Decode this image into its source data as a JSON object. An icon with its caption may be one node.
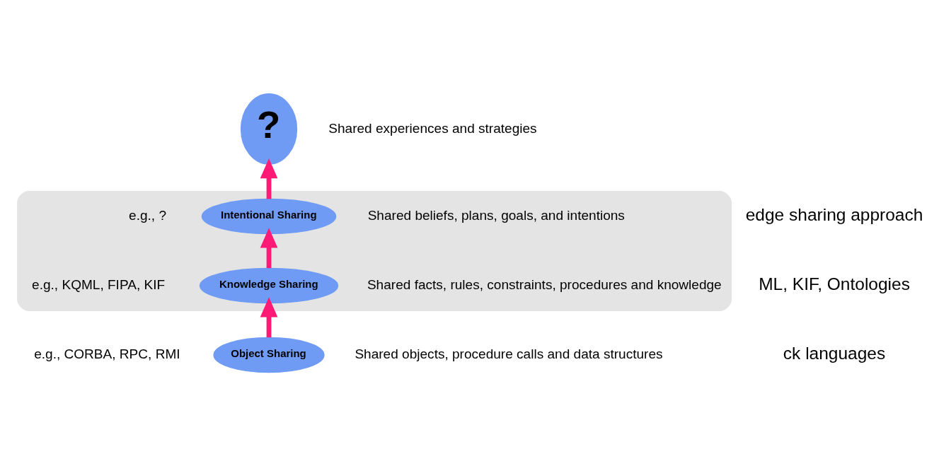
{
  "diagram": {
    "nodes": [
      {
        "text": [
          "?"
        ],
        "beside": [
          "Shared experiences and strategies"
        ]
      },
      {
        "text": [],
        "shape": "cloud"
      },
      {
        "text": [
          "Intentional Sharing"
        ],
        "in": 1,
        "beside": [
          "e.g., ?",
          "Shared beliefs, plans, goals, and intentions"
        ]
      },
      {
        "text": [
          "Knowledge Sharing"
        ],
        "in": 1,
        "beside": [
          "e.g., KQML, FIPA, KIF",
          "Shared facts, rules, constraints, procedures and knowledge"
        ]
      },
      {
        "text": [
          "Object Sharing"
        ],
        "beside": [
          "e.g., CORBA, RPC, RMI",
          "Shared objects, procedure calls and data structures"
        ]
      }
    ],
    "edges": [
      {
        "from": 4,
        "to": 3,
        "arrow": "to"
      },
      {
        "from": 3,
        "to": 2,
        "arrow": "to"
      },
      {
        "from": 2,
        "to": 0,
        "arrow": "to"
      }
    ],
    "labels": [
      "edge sharing approach",
      "ML, KIF, Ontologies",
      "ck languages"
    ]
  }
}
